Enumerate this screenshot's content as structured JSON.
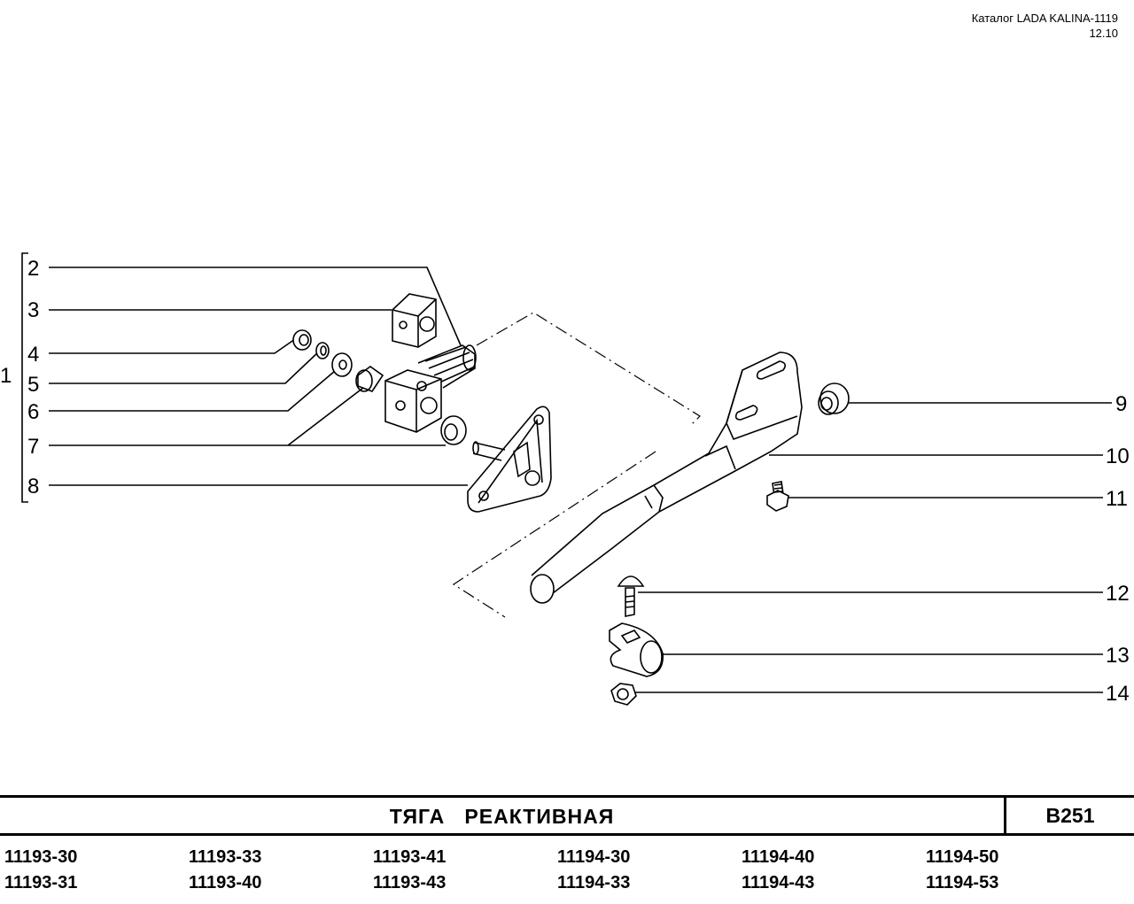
{
  "header": {
    "catalog": "Каталог LADA KALINA-1119",
    "date": "12.10"
  },
  "callouts": [
    "1",
    "2",
    "3",
    "4",
    "5",
    "6",
    "7",
    "8",
    "9",
    "10",
    "11",
    "12",
    "13",
    "14"
  ],
  "title": "ТЯГА   РЕАКТИВНАЯ",
  "code": "B251",
  "models": [
    [
      "11193-30",
      "11193-31"
    ],
    [
      "11193-33",
      "11193-40"
    ],
    [
      "11193-41",
      "11193-43"
    ],
    [
      "11194-30",
      "11194-33"
    ],
    [
      "11194-40",
      "11194-43"
    ],
    [
      "11194-50",
      "11194-53"
    ]
  ]
}
